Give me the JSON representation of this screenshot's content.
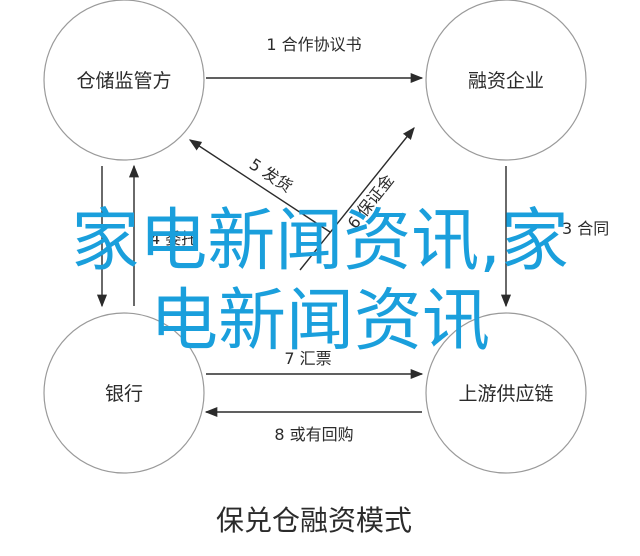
{
  "nodes": {
    "regulator": "仓储监管方",
    "finance": "融资企业",
    "bank": "银行",
    "supply": "上游供应链"
  },
  "edges": {
    "e1": "1 合作协议书",
    "e4": "4 委托",
    "e5": "5 发货",
    "e6": "6 保证金",
    "e3": "3 合同",
    "e7": "7 汇票",
    "e8": "8 或有回购"
  },
  "caption": "保兑仓融资模式",
  "overlay": {
    "line1": "家电新闻资讯,家",
    "line2": "电新闻资讯"
  },
  "colors": {
    "stroke": "#2b2b2b",
    "overlay": "#1a9fdc"
  }
}
